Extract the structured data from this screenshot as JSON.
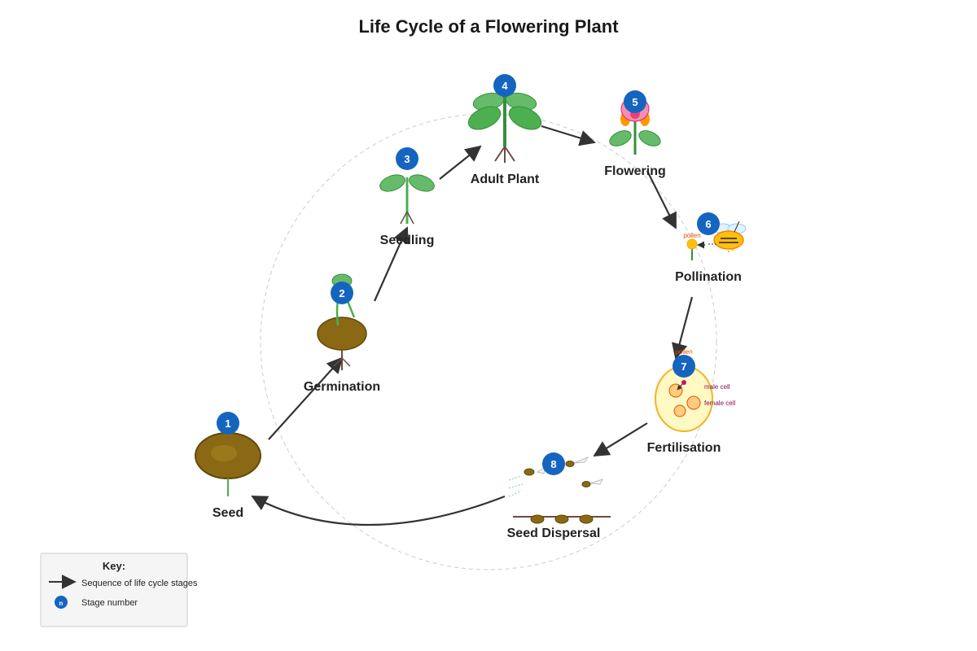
{
  "title": "Life Cycle of a Flowering Plant",
  "colors": {
    "badge": "#1565c0",
    "arrow": "#333333",
    "leaf": "#4caf50",
    "leaf_light": "#66bb6a",
    "stem": "#388e3c",
    "root": "#6d4c41",
    "seed": "#8b6914",
    "seed_dark": "#5d4a0a",
    "petal": "#f48fb1",
    "petal_edge": "#ff9800",
    "pollen": "#ffc107",
    "pollen_text": "#e65100",
    "cell_text": "#880e4f",
    "ovule_fill": "#fff9c4",
    "ovule_edge": "#f0b429",
    "guide_circle": "#cccccc"
  },
  "stages": [
    {
      "number": "1",
      "label": "Seed",
      "icon": "seed-icon"
    },
    {
      "number": "2",
      "label": "Germination",
      "icon": "germinating-seed-icon"
    },
    {
      "number": "3",
      "label": "Seedling",
      "icon": "seedling-icon"
    },
    {
      "number": "4",
      "label": "Adult Plant",
      "icon": "adult-plant-icon"
    },
    {
      "number": "5",
      "label": "Flowering",
      "icon": "flower-icon"
    },
    {
      "number": "6",
      "label": "Pollination",
      "icon": "bee-icon"
    },
    {
      "number": "7",
      "label": "Fertilisation",
      "icon": "ovule-icon"
    },
    {
      "number": "8",
      "label": "Seed Dispersal",
      "icon": "dispersal-seeds-icon"
    }
  ],
  "annotations": {
    "pollination_pollen": "pollen",
    "fertilisation_pollen": "pollen",
    "male_cell": "male cell",
    "female_cell": "female cell"
  },
  "key": {
    "title": "Key:",
    "arrow_text": "Sequence of life cycle stages",
    "badge_symbol": "n",
    "badge_text": "Stage number"
  }
}
